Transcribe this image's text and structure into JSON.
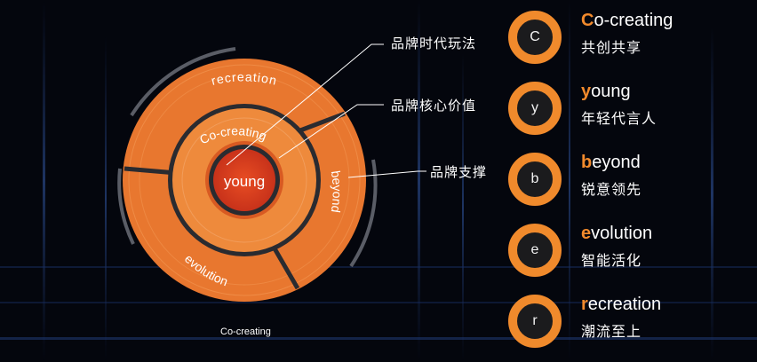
{
  "colors": {
    "accent": "#f08a2c",
    "ring_dark": "#1b1b1d",
    "center": "#e0441f",
    "background": "#04060d"
  },
  "wheel": {
    "center_label": "young",
    "middle_ring_label": "Co-creating",
    "outer_labels": {
      "top": "recreation",
      "right": "beyond",
      "bottom": "evolution"
    }
  },
  "callouts": {
    "era_play": "品牌时代玩法",
    "core_value": "品牌核心价值",
    "support": "品牌支撑"
  },
  "items": [
    {
      "letter": "C",
      "first": "C",
      "rest": "o-creating",
      "zh": "共创共享",
      "icon": "circle-c-icon"
    },
    {
      "letter": "y",
      "first": "y",
      "rest": "oung",
      "zh": "年轻代言人",
      "icon": "circle-y-icon"
    },
    {
      "letter": "b",
      "first": "b",
      "rest": "eyond",
      "zh": "锐意领先",
      "icon": "circle-b-icon"
    },
    {
      "letter": "e",
      "first": "e",
      "rest": "volution",
      "zh": "智能活化",
      "icon": "circle-e-icon"
    },
    {
      "letter": "r",
      "first": "r",
      "rest": "ecreation",
      "zh": "潮流至上",
      "icon": "circle-r-icon"
    }
  ],
  "footer_label": "Co-creating"
}
